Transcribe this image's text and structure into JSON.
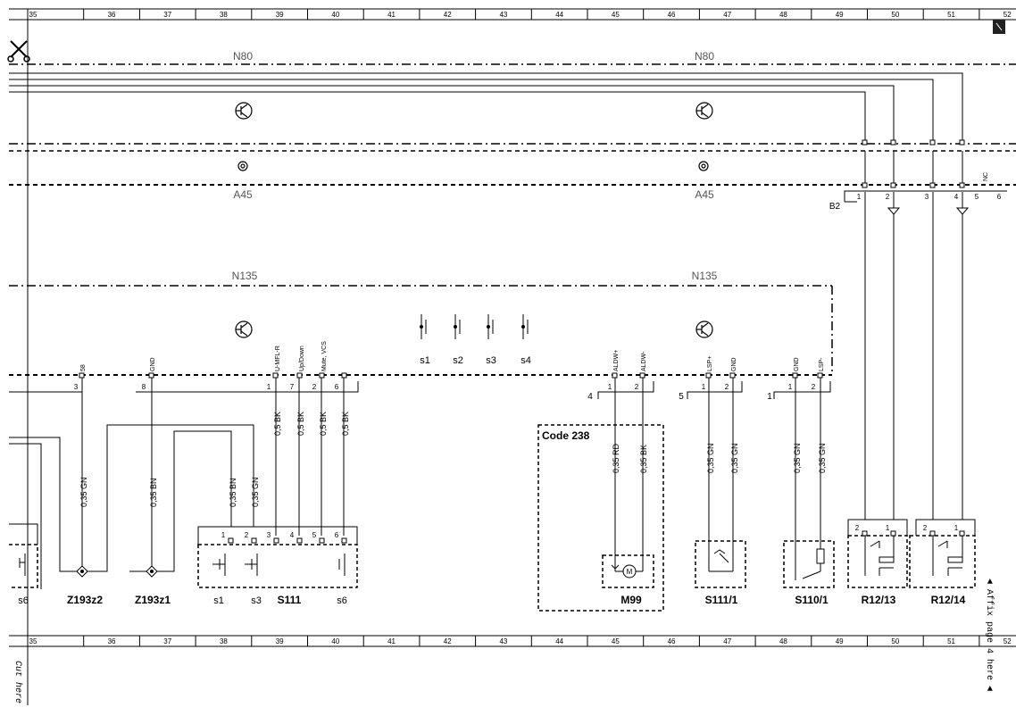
{
  "grid_columns": [
    "35",
    "36",
    "37",
    "38",
    "39",
    "40",
    "41",
    "42",
    "43",
    "44",
    "45",
    "46",
    "47",
    "48",
    "49",
    "50",
    "51",
    "52"
  ],
  "components": {
    "n80_left": "N80",
    "n80_right": "N80",
    "a45_left": "A45",
    "a45_right": "A45",
    "n135_left": "N135",
    "n135_right": "N135"
  },
  "connector_b2": {
    "label": "B2",
    "pins": [
      "1",
      "2",
      "3",
      "4",
      "5",
      "6"
    ],
    "nc": "NC"
  },
  "n135_connector": {
    "pin_58": "58",
    "pin_gnd": "GND",
    "pin_umfl": "U-MFL-R",
    "pin_updown": "Up/Down",
    "pin_mute": "Mute, VCS",
    "num_3": "3",
    "num_8": "8",
    "num_1": "1",
    "num_7": "7",
    "num_2": "2",
    "num_6": "6"
  },
  "switch_labels": [
    "s1",
    "s2",
    "s3",
    "s4"
  ],
  "wires": {
    "w_035gn": "0,35 GN",
    "w_035bn": "0,35 BN",
    "w_05bk": "0,5 BK",
    "w_035rd": "0,35 RD",
    "w_035bk": "0,35 BK"
  },
  "aldw": {
    "plus": "ALDW+",
    "minus": "ALDW-",
    "conn": "4",
    "p1": "1",
    "p2": "2"
  },
  "lsp": {
    "plus": "LSP+",
    "gnd": "GND",
    "conn": "5",
    "p1": "1",
    "p2": "2"
  },
  "lspm": {
    "gnd": "GND",
    "minus": "LSP-",
    "conn": "1",
    "p1": "1",
    "p2": "2"
  },
  "code_box": "Code 238",
  "s111": {
    "label": "S111",
    "pins": [
      "1",
      "2",
      "3",
      "4",
      "5",
      "6"
    ],
    "s1": "s1",
    "s3": "s3",
    "s6": "s6"
  },
  "left_s6": "s6",
  "bottom_labels": {
    "z193z2": "Z193z2",
    "z193z1": "Z193z1",
    "m99": "M99",
    "s1111": "S111/1",
    "s1101": "S110/1",
    "r1213": "R12/13",
    "r1214": "R12/14"
  },
  "relay_pins": {
    "a": "2",
    "b": "1"
  },
  "side_text": {
    "cut": "Cut here",
    "affix": "◄ Affix page 4 here ◄"
  }
}
